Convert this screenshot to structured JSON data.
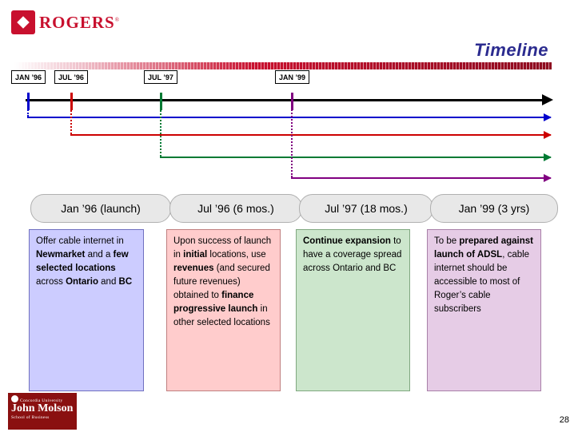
{
  "brand": {
    "logo_text": "ROGERS",
    "logo_tm": "®",
    "footer_line1": "Concordia University",
    "footer_line2": "John Molson",
    "footer_line3": "School of Business"
  },
  "header": {
    "title": "Timeline"
  },
  "timeline": {
    "markers": [
      {
        "label": "JAN ’96",
        "color": "#0000cc"
      },
      {
        "label": "JUL ’96",
        "color": "#cc0000"
      },
      {
        "label": "JUL ’97",
        "color": "#007a33"
      },
      {
        "label": "JAN ’99",
        "color": "#800080"
      }
    ]
  },
  "phases": [
    {
      "banner": "Jan ’96 (launch)",
      "fill": "#ccccff",
      "border": "#7070c0",
      "body_html": "Offer cable internet in <b>Newmarket</b> and a <b>few selected locations</b> across <b>Ontario</b> and <b>BC</b>"
    },
    {
      "banner": "Jul ’96 (6 mos.)",
      "fill": "#ffcccc",
      "border": "#c08080",
      "body_html": "Upon success of launch in <b>initial</b> locations, use <b>revenues</b> (and secured future revenues) obtained to <b>finance progressive launch</b> in other selected locations"
    },
    {
      "banner": "Jul ’97 (18 mos.)",
      "fill": "#cce6cc",
      "border": "#80a880",
      "body_html": "<b>Continue expansion</b> to have a coverage spread across Ontario and BC"
    },
    {
      "banner": "Jan ’99 (3 yrs)",
      "fill": "#e6cce6",
      "border": "#a880a8",
      "body_html": "To be <b>prepared against launch of ADSL</b>, cable internet should be accessible to most of Roger’s cable subscribers"
    }
  ],
  "footer": {
    "page_number": "28"
  }
}
